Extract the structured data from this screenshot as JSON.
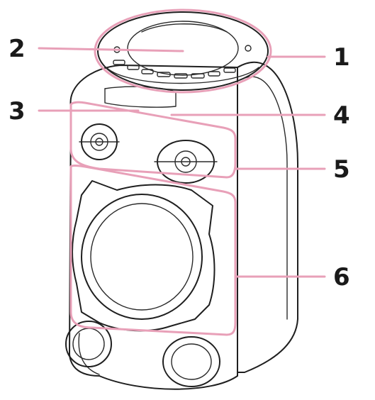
{
  "colors": {
    "highlight": "#e8a0b8",
    "ink": "#1f1f1f",
    "background": "#ffffff"
  },
  "callouts": [
    {
      "id": "c1",
      "label": "1"
    },
    {
      "id": "c2",
      "label": "2"
    },
    {
      "id": "c3",
      "label": "3"
    },
    {
      "id": "c4",
      "label": "4"
    },
    {
      "id": "c5",
      "label": "5"
    },
    {
      "id": "c6",
      "label": "6"
    }
  ]
}
